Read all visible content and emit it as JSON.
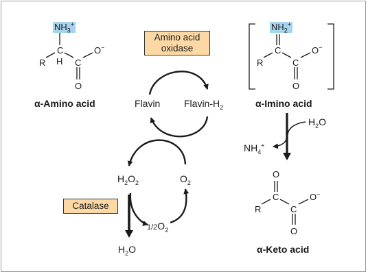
{
  "amino_acid": {
    "group_main": "NH",
    "group_sub": "3",
    "group_sup": "+",
    "r": "R",
    "c_alpha": "C",
    "h": "H",
    "c_carboxyl": "C",
    "o_minus_main": "O",
    "o_minus_sup": "−",
    "o_double": "O",
    "name_prefix": "α",
    "name_rest": "-Amino acid"
  },
  "imino_acid": {
    "group_main": "NH",
    "group_sub": "2",
    "group_sup": "+",
    "r": "R",
    "c_alpha": "C",
    "c_carboxyl": "C",
    "o_minus_main": "O",
    "o_minus_sup": "−",
    "o_double": "O",
    "name_prefix": "α",
    "name_rest": "-Imino acid"
  },
  "keto_acid": {
    "r": "R",
    "c_alpha": "C",
    "c_carboxyl": "C",
    "o_top": "O",
    "o_minus_main": "O",
    "o_minus_sup": "−",
    "o_double": "O",
    "name_prefix": "α",
    "name_rest": "-Keto acid"
  },
  "enzymes": {
    "amino_acid_oxidase": [
      "Amino acid",
      "oxidase"
    ],
    "catalase": "Catalase"
  },
  "cofactors": {
    "flavin": "Flavin",
    "flavin_h2_main": "Flavin-H",
    "flavin_h2_sub": "2"
  },
  "species": {
    "h2o2_a": "H",
    "h2o2_a_sub": "2",
    "h2o2_b": "O",
    "h2o2_b_sub": "2",
    "o2_main": "O",
    "o2_sub": "2",
    "half_o2_frac": "1/2",
    "half_o2_main": "O",
    "half_o2_sub": "2",
    "water_bottom_a": "H",
    "water_bottom_sub": "2",
    "water_bottom_b": "O",
    "water_side_a": "H",
    "water_side_sub": "2",
    "water_side_b": "O",
    "ammonium_main": "NH",
    "ammonium_sub": "4",
    "ammonium_sup": "+"
  },
  "colors": {
    "highlight": "#a6d4ee",
    "enzyme_box": "#fcd9a4",
    "ink": "#1a1a1a"
  }
}
